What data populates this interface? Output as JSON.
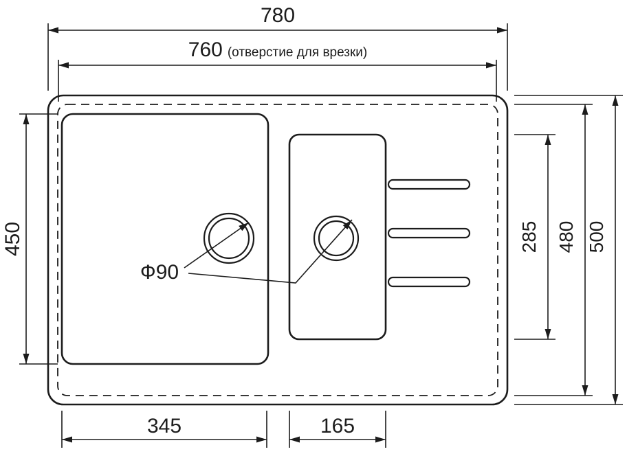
{
  "drawing": {
    "type": "sink-installation-dimension-drawing",
    "colors": {
      "line": "#1c1c1c",
      "background": "#ffffff"
    },
    "dimensions": {
      "overall_width": "780",
      "cutout_width": "760",
      "cutout_note": "(отверстие для врезки)",
      "left_bowl_height": "450",
      "middle_bowl_height": "285",
      "cutout_height": "480",
      "overall_depth": "500",
      "left_bowl_width": "345",
      "middle_bowl_width": "165",
      "drain_diameter": "Ф90"
    }
  }
}
